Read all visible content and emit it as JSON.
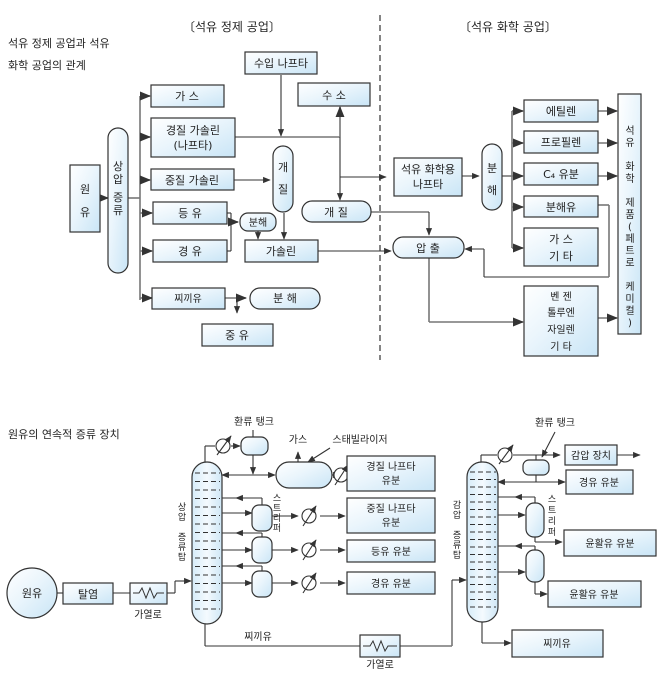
{
  "top": {
    "title_line1": "석유 정제 공업과 석유",
    "title_line2": "화학 공업의 관계",
    "section_refining": "〔석유 정제 공업〕",
    "section_petrochem": "〔석유 화학 공업〕",
    "crude": [
      "원",
      "유"
    ],
    "atm_distill": [
      "상",
      "압",
      "증",
      "류"
    ],
    "gas": "가  스",
    "light_gasoline_1": "경질 가솔린",
    "light_gasoline_2": "(나프타)",
    "heavy_gasoline": "중질 가솔린",
    "kerosene": "등  유",
    "light_oil": "경  유",
    "residue": "찌끼유",
    "cracking_small": "분해",
    "cracking_big": "분  해",
    "heavy_oil": "중  유",
    "imported_naphtha": "수입 나프타",
    "hydrogen": "수  소",
    "reforming_v": [
      "개",
      "질"
    ],
    "reforming_h": "개  질",
    "gasoline": "가솔린",
    "petrochem_naphtha_1": "석유 화학용",
    "petrochem_naphtha_2": "나프타",
    "cracking_v": [
      "분",
      "해"
    ],
    "ethylene": "에틸렌",
    "propylene": "프로필렌",
    "c4_fraction": "C₄ 유분",
    "cracked_oil": "분해유",
    "gas_etc_1": "가  스",
    "gas_etc_2": "기  타",
    "extraction": "압  출",
    "btx": [
      "벤  젠",
      "톨루엔",
      "자일렌",
      "기  타"
    ],
    "petrochem_products": [
      "석",
      "유",
      "",
      "화",
      "학",
      "",
      "제",
      "품",
      "(",
      "페",
      "트",
      "로",
      "",
      "케",
      "미",
      "컬",
      ")"
    ]
  },
  "bottom": {
    "title": "원유의 연속적 증류 장치",
    "crude": "원유",
    "desalting": "탈염",
    "heater1": "가열로",
    "heater2": "가열로",
    "reflux_tank1": "환류 탱크",
    "reflux_tank2": "환류 탱크",
    "gas": "가스",
    "stabilizer": "스태빌라이저",
    "atm_tower": [
      "상",
      "압",
      "",
      "증",
      "류",
      "탑"
    ],
    "stripper1": [
      "스",
      "트",
      "리",
      "퍼"
    ],
    "stripper2": [
      "스",
      "트",
      "리",
      "퍼"
    ],
    "light_naphtha_1": "경질 나프타",
    "light_naphtha_2": "유분",
    "heavy_naphtha_1": "중질 나프타",
    "heavy_naphtha_2": "유분",
    "kerosene_frac": "등유 유분",
    "gasoil_frac1": "경유 유분",
    "residue_label": "찌끼유",
    "vac_tower": [
      "감",
      "압",
      "",
      "증",
      "류",
      "탑"
    ],
    "vacuum_device": "감압 장치",
    "gasoil_frac2": "경유 유분",
    "lube1": "윤활유 유분",
    "lube2": "윤활유 유분",
    "residue_out": "찌끼유"
  }
}
